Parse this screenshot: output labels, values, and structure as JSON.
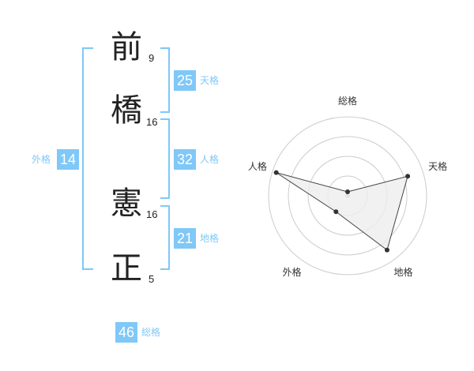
{
  "name_chars": [
    {
      "char": "前",
      "strokes": "9"
    },
    {
      "char": "橋",
      "strokes": "16"
    },
    {
      "char": "憲",
      "strokes": "16"
    },
    {
      "char": "正",
      "strokes": "5"
    }
  ],
  "fortunes": {
    "tenkaku": {
      "value": "25",
      "label": "天格"
    },
    "jinkaku": {
      "value": "32",
      "label": "人格"
    },
    "chikaku": {
      "value": "21",
      "label": "地格"
    },
    "gaikaku": {
      "value": "14",
      "label": "外格"
    },
    "soukaku": {
      "value": "46",
      "label": "総格"
    }
  },
  "colors": {
    "accent": "#7fc8f8",
    "text": "#222222",
    "grid": "#cccccc",
    "fill": "#eeeeee"
  },
  "chart_data": {
    "type": "radar",
    "axes": [
      "総格",
      "天格",
      "地格",
      "外格",
      "人格"
    ],
    "values": [
      0.05,
      0.8,
      0.85,
      0.25,
      0.95
    ],
    "levels": 4,
    "grid": true
  }
}
